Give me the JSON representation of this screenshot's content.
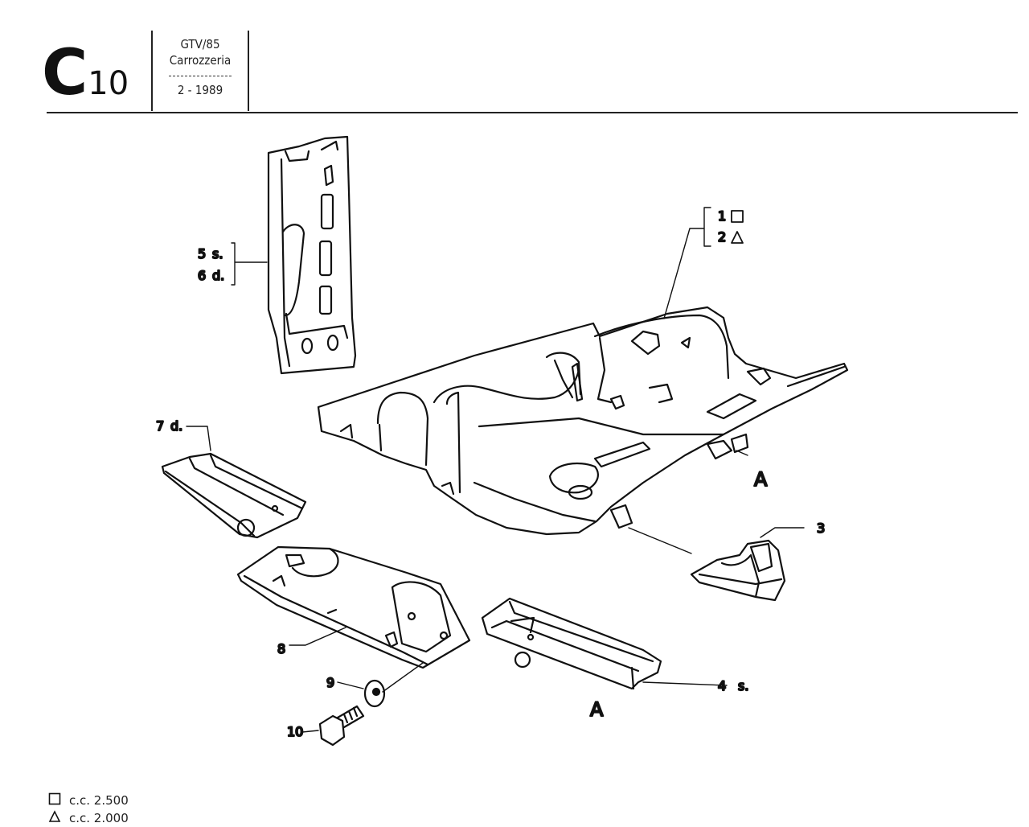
{
  "header": {
    "section_letter": "C",
    "section_number": "10",
    "model": "GTV/85",
    "group": "Carrozzeria",
    "date": "2 - 1989"
  },
  "callouts": {
    "c1": "1",
    "c2": "2",
    "c3": "3",
    "c4": "4",
    "c4_side": "s.",
    "c5": "5",
    "c5_side": "s.",
    "c6": "6",
    "c6_side": "d.",
    "c7": "7",
    "c7_side": "d.",
    "c8": "8",
    "c9": "9",
    "c10": "10",
    "ref_a": "A"
  },
  "legend": [
    {
      "symbol": "square-icon",
      "text": "c.c. 2.500"
    },
    {
      "symbol": "triangle-icon",
      "text": "c.c. 2.000"
    }
  ]
}
